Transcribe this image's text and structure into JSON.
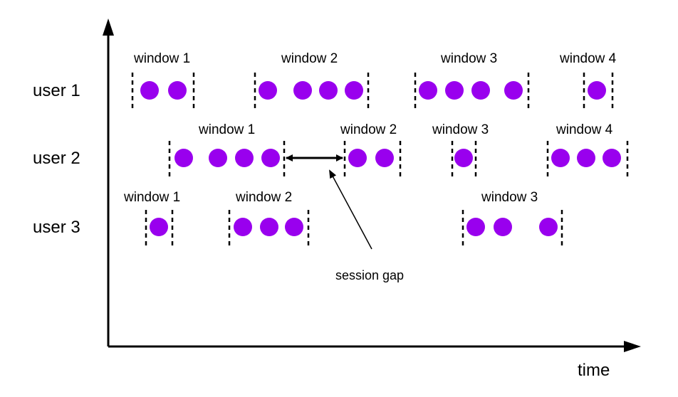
{
  "axis": {
    "x_label": "time"
  },
  "colors": {
    "event": "#9900ee",
    "line": "#000000",
    "background": "#ffffff"
  },
  "rows": [
    {
      "label": "user 1",
      "windows": [
        {
          "label": "window 1",
          "events": 2
        },
        {
          "label": "window 2",
          "events": 4
        },
        {
          "label": "window 3",
          "events": 4
        },
        {
          "label": "window 4",
          "events": 1
        }
      ]
    },
    {
      "label": "user 2",
      "windows": [
        {
          "label": "window 1",
          "events": 4
        },
        {
          "label": "window 2",
          "events": 2
        },
        {
          "label": "window 3",
          "events": 1
        },
        {
          "label": "window 4",
          "events": 3
        }
      ]
    },
    {
      "label": "user 3",
      "windows": [
        {
          "label": "window 1",
          "events": 1
        },
        {
          "label": "window 2",
          "events": 3
        },
        {
          "label": "window 3",
          "events": 3
        }
      ]
    }
  ],
  "annotation": {
    "label": "session gap"
  }
}
